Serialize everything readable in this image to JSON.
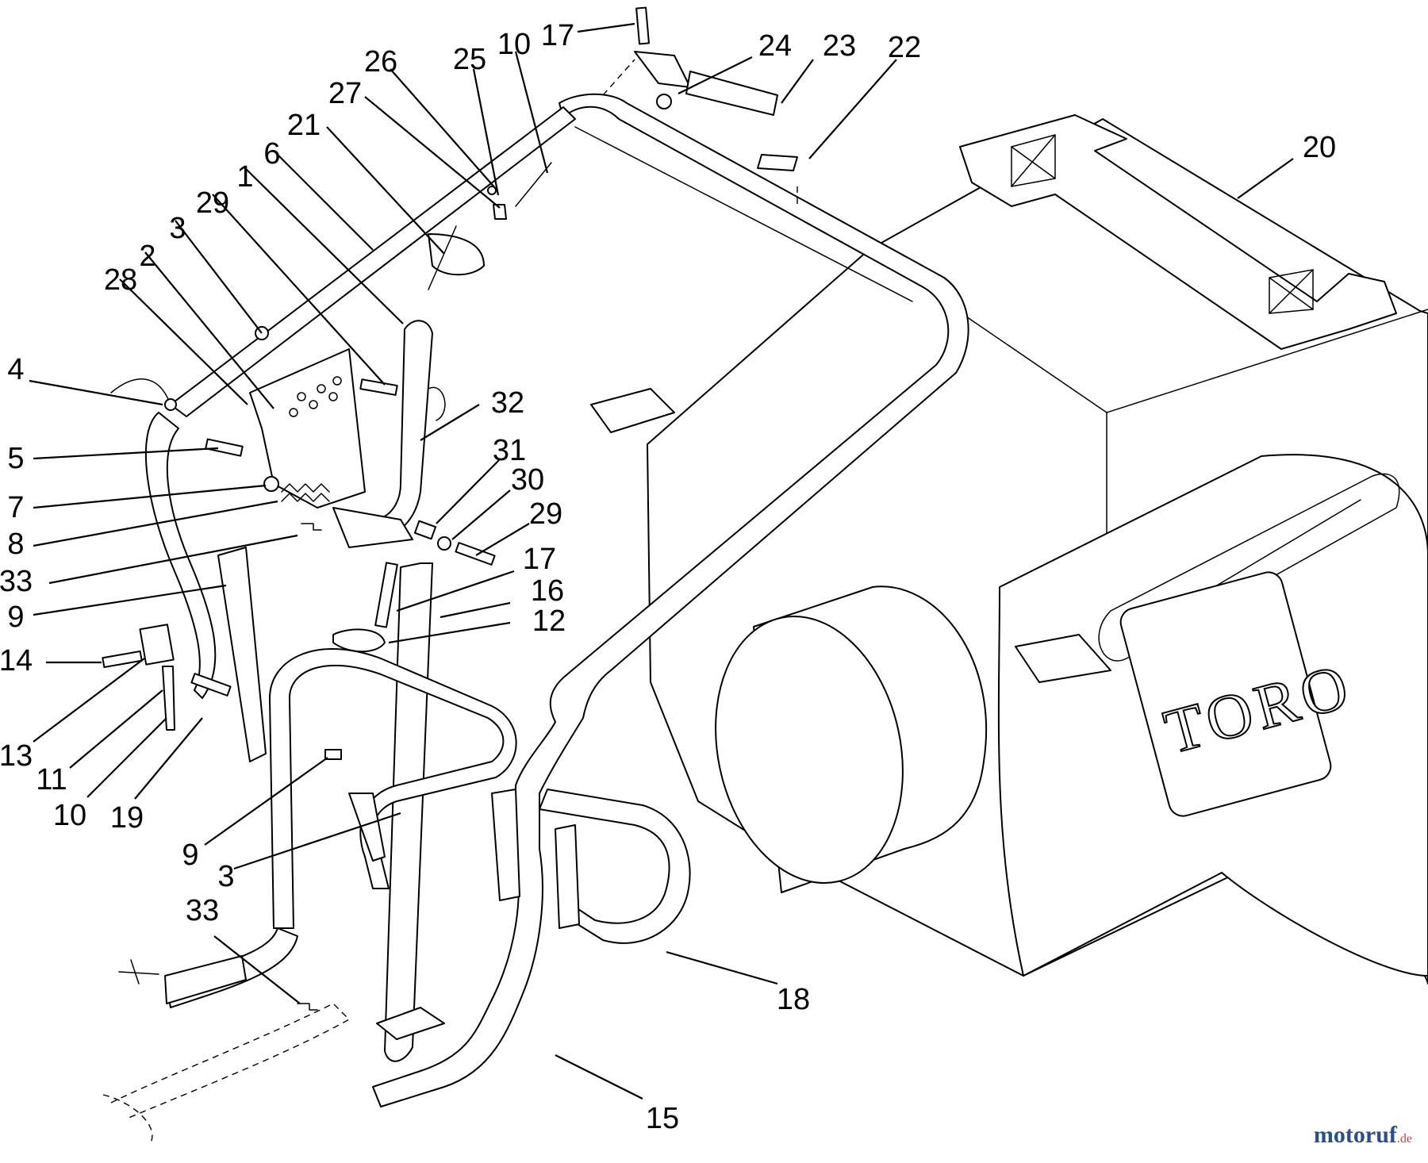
{
  "brand_text": "TORO",
  "watermark": {
    "name": "motoruf",
    "tld": ".de"
  },
  "callouts": [
    "17",
    "24",
    "23",
    "22",
    "26",
    "25",
    "10",
    "27",
    "21",
    "6",
    "1",
    "29",
    "3",
    "2",
    "28",
    "4",
    "5",
    "7",
    "8",
    "33",
    "9",
    "14",
    "13",
    "11",
    "10",
    "19",
    "32",
    "31",
    "30",
    "29",
    "17",
    "16",
    "12",
    "20",
    "9",
    "3",
    "33",
    "18",
    "15"
  ],
  "colors": {
    "line": "#000000",
    "background": "#ffffff",
    "watermark": "#2c4f86"
  }
}
